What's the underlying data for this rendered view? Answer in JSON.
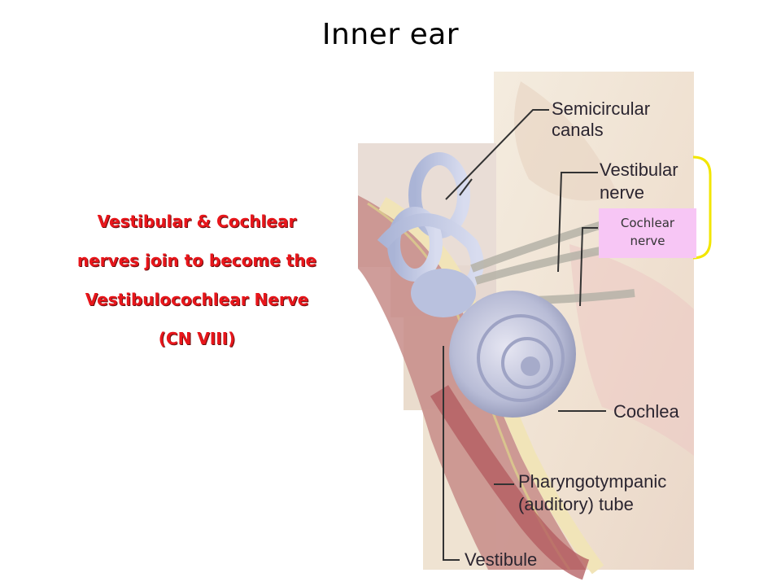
{
  "title": "Inner ear",
  "caption": {
    "line1": "Vestibular & Cochlear",
    "line2": "nerves join to become the",
    "line3": "Vestibulocochlear Nerve",
    "line4": "(CN VIII)",
    "color": "#e8161b"
  },
  "labels": {
    "semicircular_1": "Semicircular",
    "semicircular_2": "canals",
    "vestibular_1": "Vestibular",
    "vestibular_2": "nerve",
    "cochlear_box_1": "Cochlear",
    "cochlear_box_2": "nerve",
    "cochlea": "Cochlea",
    "pharyngo_1": "Pharyngotympanic",
    "pharyngo_2": "(auditory) tube",
    "vestibule": "Vestibule"
  },
  "colors": {
    "bracket": "#f2e600",
    "highlight_box": "#f7c6f5"
  }
}
